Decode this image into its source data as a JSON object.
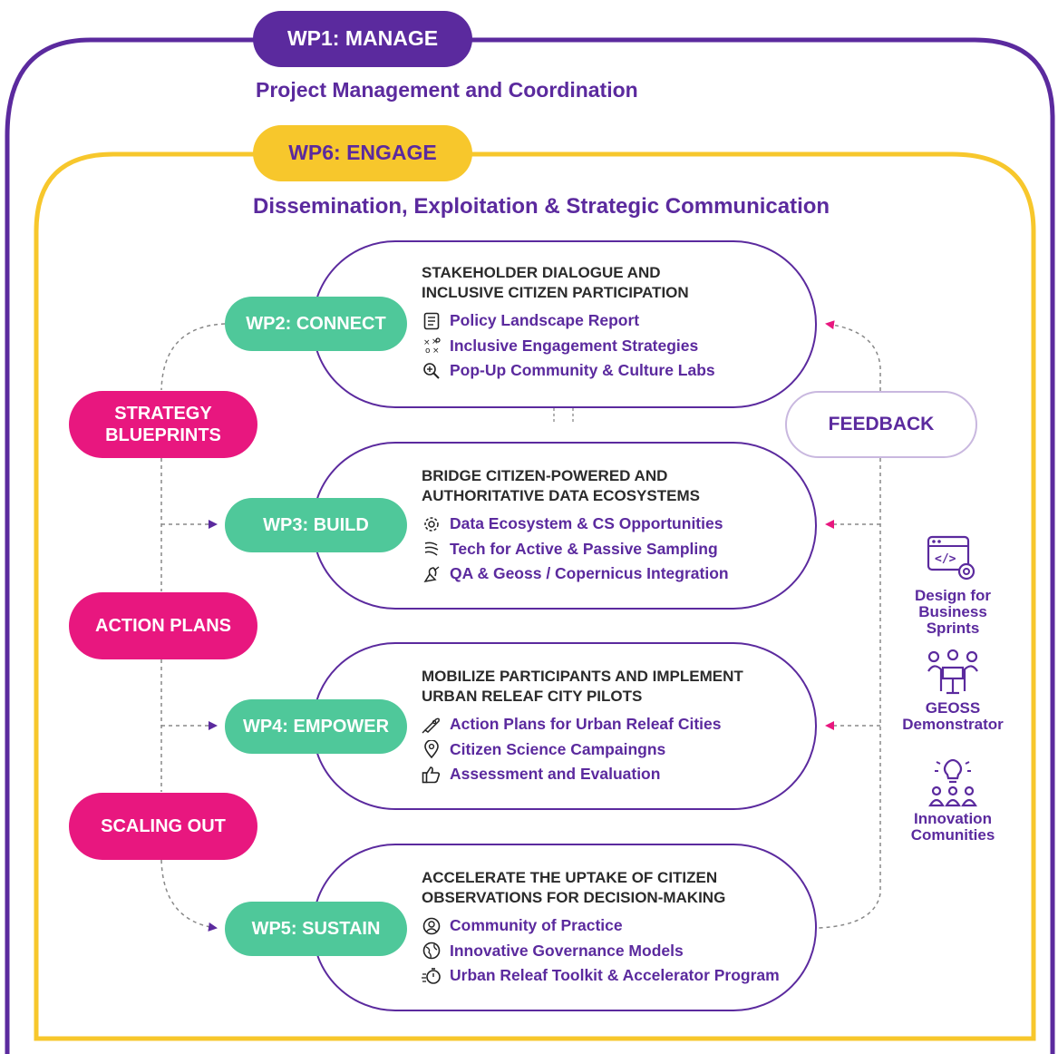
{
  "wp1": {
    "label": "WP1: MANAGE",
    "title": "Project Management and Coordination"
  },
  "wp6": {
    "label": "WP6: ENGAGE",
    "title": "Dissemination, Exploitation & Strategic Communication"
  },
  "work_packages": [
    {
      "label": "WP2: CONNECT",
      "heading": [
        "STAKEHOLDER DIALOGUE AND",
        "INCLUSIVE CITIZEN PARTICIPATION"
      ],
      "items": [
        {
          "icon": "report-icon",
          "label": "Policy Landscape Report"
        },
        {
          "icon": "strategy-icon",
          "label": "Inclusive Engagement Strategies"
        },
        {
          "icon": "zoom-icon",
          "label": "Pop-Up Community & Culture Labs"
        }
      ]
    },
    {
      "label": "WP3: BUILD",
      "heading": [
        "BRIDGE CITIZEN-POWERED AND",
        "AUTHORITATIVE DATA ECOSYSTEMS"
      ],
      "items": [
        {
          "icon": "gear-icon",
          "label": "Data Ecosystem & CS Opportunities"
        },
        {
          "icon": "sensor-icon",
          "label": "Tech for Active & Passive Sampling"
        },
        {
          "icon": "satellite-icon",
          "label": "QA & Geoss / Copernicus Integration"
        }
      ]
    },
    {
      "label": "WP4: EMPOWER",
      "heading": [
        "MOBILIZE PARTICIPANTS AND IMPLEMENT",
        "URBAN RELEAF CITY PILOTS"
      ],
      "items": [
        {
          "icon": "rocket-icon",
          "label": "Action Plans for Urban Releaf Cities"
        },
        {
          "icon": "location-pin-icon",
          "label": "Citizen Science Campaingns"
        },
        {
          "icon": "thumbs-up-icon",
          "label": "Assessment and Evaluation"
        }
      ]
    },
    {
      "label": "WP5: SUSTAIN",
      "heading": [
        "ACCELERATE THE UPTAKE OF CITIZEN",
        "OBSERVATIONS FOR DECISION-MAKING"
      ],
      "items": [
        {
          "icon": "community-icon",
          "label": "Community of Practice"
        },
        {
          "icon": "globe-icon",
          "label": "Innovative Governance Models"
        },
        {
          "icon": "stopwatch-icon",
          "label": "Urban Releaf Toolkit & Accelerator Program"
        }
      ]
    }
  ],
  "left_labels": [
    [
      "STRATEGY",
      "BLUEPRINTS"
    ],
    [
      "ACTION PLANS"
    ],
    [
      "SCALING OUT"
    ]
  ],
  "feedback_label": "FEEDBACK",
  "side_items": [
    {
      "icon": "code-gear-icon",
      "label": [
        "Design for",
        "Business",
        "Sprints"
      ]
    },
    {
      "icon": "meeting-icon",
      "label": [
        "GEOSS",
        "Demonstrator"
      ]
    },
    {
      "icon": "idea-team-icon",
      "label": [
        "Innovation",
        "Comunities"
      ]
    }
  ],
  "colors": {
    "purple": "#5b2a9e",
    "yellow": "#f7c72c",
    "green": "#4fc89a",
    "pink": "#e8177f",
    "dark_text": "#2b2b2b"
  }
}
